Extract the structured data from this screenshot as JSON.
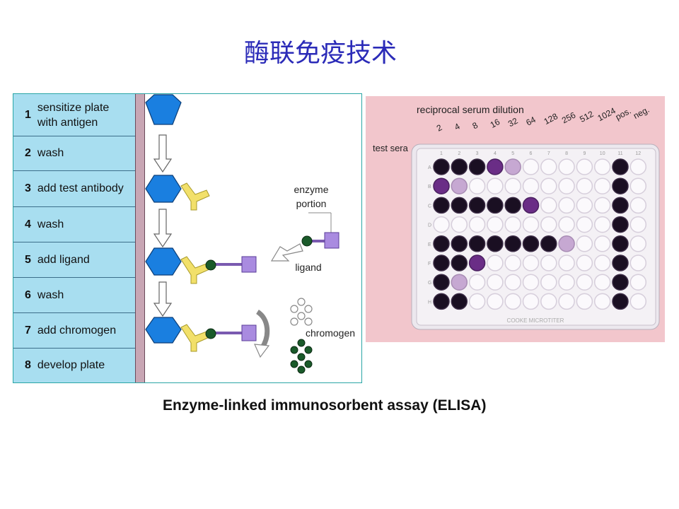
{
  "title": "酶联免疫技术",
  "steps": [
    {
      "num": "1",
      "line1": "sensitize plate",
      "line2": "with antigen"
    },
    {
      "num": "2",
      "line1": "wash",
      "line2": ""
    },
    {
      "num": "3",
      "line1": "add test antibody",
      "line2": ""
    },
    {
      "num": "4",
      "line1": "wash",
      "line2": ""
    },
    {
      "num": "5",
      "line1": "add ligand",
      "line2": ""
    },
    {
      "num": "6",
      "line1": "wash",
      "line2": ""
    },
    {
      "num": "7",
      "line1": "add chromogen",
      "line2": ""
    },
    {
      "num": "8",
      "line1": "develop plate",
      "line2": ""
    }
  ],
  "diagram_labels": {
    "enzyme_line1": "enzyme",
    "enzyme_line2": "portion",
    "ligand": "ligand",
    "chromogen": "chromogen"
  },
  "plate_photo": {
    "heading": "reciprocal serum dilution",
    "row_label": "test sera",
    "dilutions": [
      "2",
      "4",
      "8",
      "16",
      "32",
      "64",
      "128",
      "256",
      "512",
      "1024",
      "pos.",
      "neg."
    ],
    "column_numbers": [
      "1",
      "2",
      "3",
      "4",
      "5",
      "6",
      "7",
      "8",
      "9",
      "10",
      "11",
      "12"
    ],
    "row_letters": [
      "A",
      "B",
      "C",
      "D",
      "E",
      "F",
      "G",
      "H"
    ],
    "plate_brand": "COOKE MICROTITER"
  },
  "caption": "Enzyme-linked immunosorbent assay (ELISA)",
  "colors": {
    "title": "#2b2bb8",
    "step_bg": "#a8def0",
    "antigen": "#1a7fe0",
    "antibody": "#f2e06a",
    "ligand": "#1a5a2a",
    "enzyme": "#a98be0",
    "plate_bg": "#f2c6cc",
    "well_dark": "#1a0f22",
    "well_purple": "#6a2d86"
  }
}
